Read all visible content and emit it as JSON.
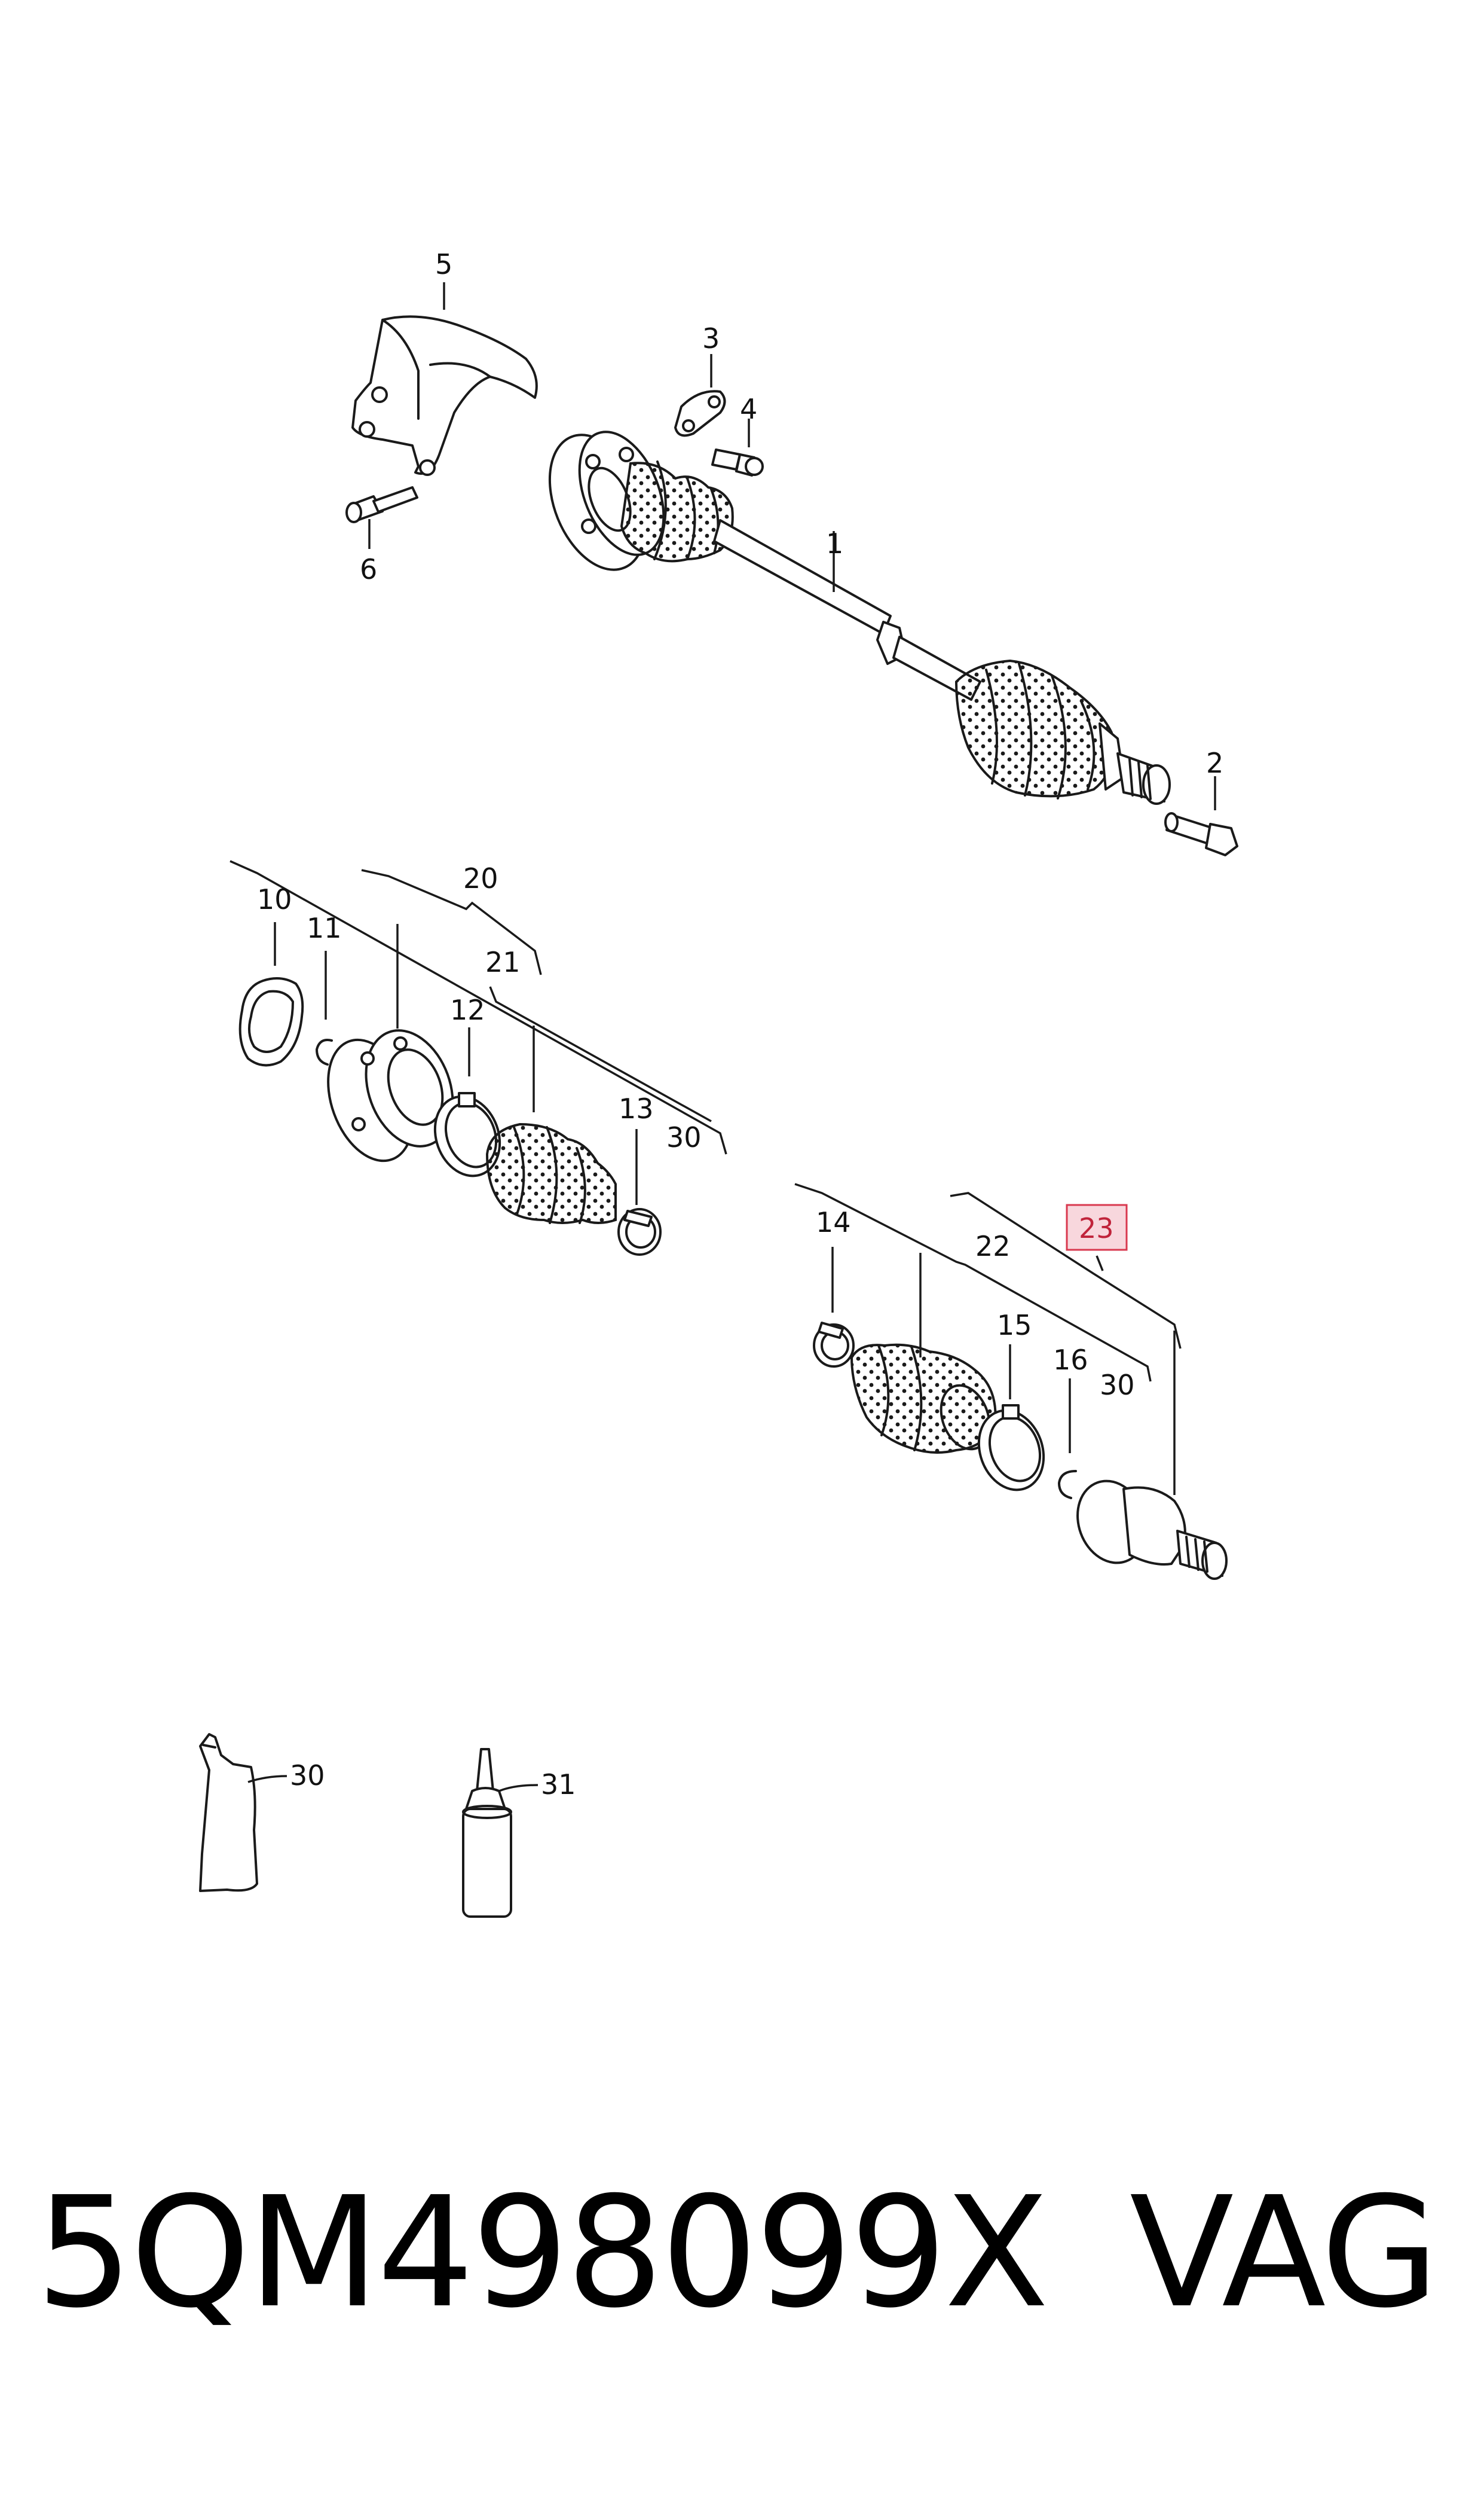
{
  "diagram": {
    "callouts": {
      "c1": "1",
      "c2": "2",
      "c3": "3",
      "c4": "4",
      "c5": "5",
      "c6": "6",
      "c10": "10",
      "c11": "11",
      "c12": "12",
      "c13": "13",
      "c14": "14",
      "c15": "15",
      "c16": "16",
      "c20": "20",
      "c21": "21",
      "c22": "22",
      "c23": "23",
      "c30a": "30",
      "c30b": "30",
      "c30c": "30",
      "c31": "31"
    },
    "highlighted_callout": "23",
    "highlight_color": "#d9394f",
    "highlight_fill": "#f8d7dd"
  },
  "footer": {
    "part_number": "5QM498099X",
    "brand": "VAG"
  }
}
